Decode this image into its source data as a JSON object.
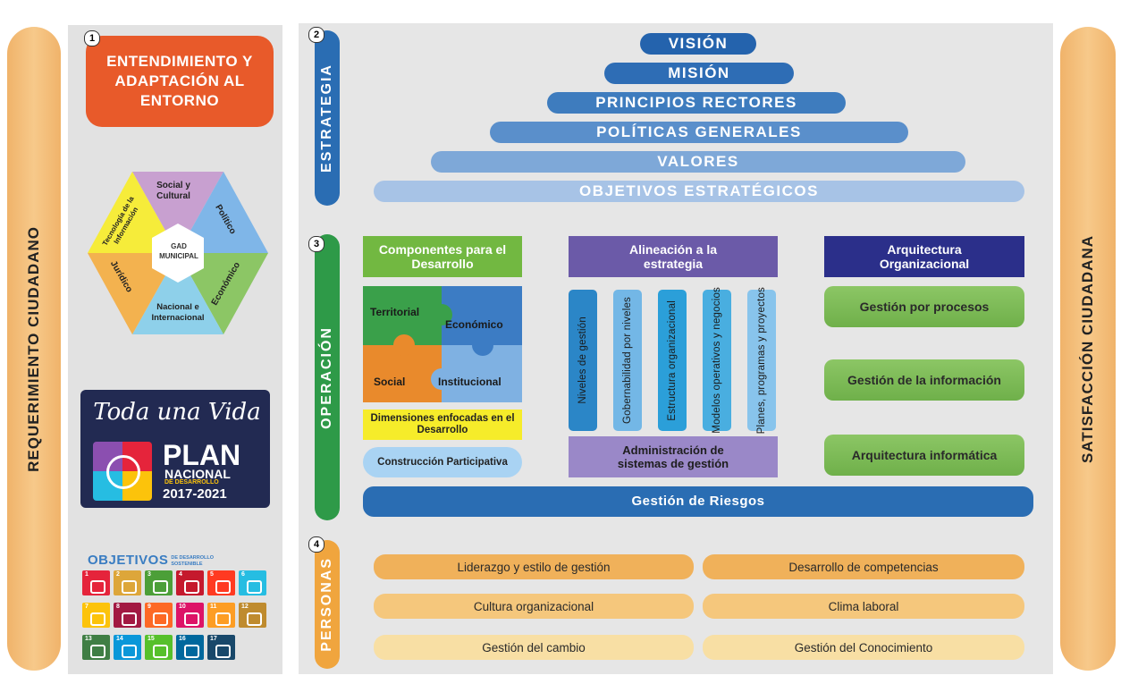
{
  "colors": {
    "orange": "#e85a2a",
    "navy": "#2a6db3",
    "green": "#2e9a48",
    "violet": "#6b5aa8",
    "darkblue": "#2b2f8a",
    "light_green": "#8cc665",
    "gold": "#f0b36a"
  },
  "side": {
    "left": "REQUERIMIENTO CIUDADANO",
    "right": "SATISFACCIÓN CIUDADANA"
  },
  "section_numbers": {
    "s1": "1",
    "s2": "2",
    "s3": "3",
    "s4": "4"
  },
  "left_col": {
    "entorno": "ENTENDIMIENTO Y ADAPTACIÓN AL ENTORNO",
    "hexagon": {
      "center": "GAD MUNICIPAL",
      "social": "Social y Cultural",
      "politico": "Político",
      "economico": "Económico",
      "nacional": "Nacional e Internacional",
      "juridico": "Jurídico",
      "tecnologico": "Tecnología de la Información"
    },
    "plan": {
      "slogan": "Toda una Vida",
      "plan": "PLAN",
      "nacional": "NACIONAL",
      "de_desarrollo": "DE DESARROLLO",
      "years": "2017-2021"
    },
    "ods": {
      "title": "OBJETIVOS",
      "subtitle": "DE DESARROLLO SOSTENIBLE",
      "tiles": [
        {
          "n": "1",
          "c": "#e5243b"
        },
        {
          "n": "2",
          "c": "#dda63a"
        },
        {
          "n": "3",
          "c": "#4c9f38"
        },
        {
          "n": "4",
          "c": "#c5192d"
        },
        {
          "n": "5",
          "c": "#ff3a21"
        },
        {
          "n": "6",
          "c": "#26bde2"
        },
        {
          "n": "7",
          "c": "#fcc30b"
        },
        {
          "n": "8",
          "c": "#a21942"
        },
        {
          "n": "9",
          "c": "#fd6925"
        },
        {
          "n": "10",
          "c": "#dd1367"
        },
        {
          "n": "11",
          "c": "#fd9d24"
        },
        {
          "n": "12",
          "c": "#bf8b2e"
        },
        {
          "n": "13",
          "c": "#3f7e44"
        },
        {
          "n": "14",
          "c": "#0a97d9"
        },
        {
          "n": "15",
          "c": "#56c02b"
        },
        {
          "n": "16",
          "c": "#00689d"
        },
        {
          "n": "17",
          "c": "#19486a"
        }
      ]
    }
  },
  "estrategia": {
    "label": "ESTRATEGIA",
    "levels": [
      "VISIÓN",
      "MISIÓN",
      "PRINCIPIOS RECTORES",
      "POLÍTICAS GENERALES",
      "VALORES",
      "OBJETIVOS ESTRATÉGICOS"
    ]
  },
  "operacion": {
    "label": "OPERACIÓN",
    "componentes": {
      "title": "Componentes para el Desarrollo",
      "puzzle": [
        "Territorial",
        "Económico",
        "Social",
        "Institucional"
      ],
      "dimensiones": "Dimensiones enfocadas en el Desarrollo",
      "construccion": "Construcción Participativa"
    },
    "alineacion": {
      "title": "Alineación a la estrategia",
      "columns": [
        "Niveles de gestión",
        "Gobernabilidad por niveles",
        "Estructura organizacional",
        "Modelos operativos y negocios",
        "Planes, programas y proyectos"
      ],
      "admin": "Administración de sistemas de gestión"
    },
    "arquitectura": {
      "title": "Arquitectura Organizacional",
      "items": [
        "Gestión por procesos",
        "Gestión de la información",
        "Arquitectura informática"
      ]
    },
    "riesgos": "Gestión de Riesgos"
  },
  "personas": {
    "label": "PERSONAS",
    "rows": [
      [
        "Liderazgo y estilo de gestión",
        "Desarrollo de competencias"
      ],
      [
        "Cultura organizacional",
        "Clima laboral"
      ],
      [
        "Gestión del cambio",
        "Gestión del Conocimiento"
      ]
    ]
  }
}
